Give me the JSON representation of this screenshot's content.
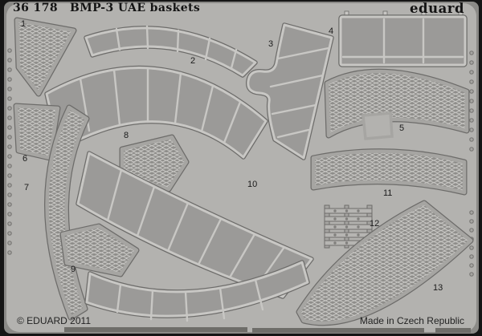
{
  "header": {
    "catalog_number": "36 178",
    "product_title": "BMP-3 UAE baskets",
    "brand": "eduard"
  },
  "footer": {
    "copyright": "© EDUARD 2011",
    "origin": "Made in Czech Republic"
  },
  "colors": {
    "frame-black": "#151515",
    "mat-bg": "#8b8a87",
    "sheet-bg": "#b3b2af",
    "part-fill": "#9b9a98",
    "frame-light": "#c8c7c4",
    "edge-dark": "#6d6c6a",
    "mesh-dark": "#8e8d8a",
    "mesh-light": "#d0cfcc",
    "mesh-border": "#a6a5a2",
    "text-dark": "#141414"
  },
  "parts": [
    {
      "number": "1",
      "type": "mesh panel"
    },
    {
      "number": "2",
      "type": "framed basket band"
    },
    {
      "number": "3",
      "type": "framed side panel"
    },
    {
      "number": "4",
      "type": "rectangular frame"
    },
    {
      "number": "5",
      "type": "mesh basket band"
    },
    {
      "number": "6",
      "type": "mesh panel"
    },
    {
      "number": "7",
      "type": "mesh side band"
    },
    {
      "number": "8",
      "type": "mesh panel"
    },
    {
      "number": "9",
      "type": "mesh panel"
    },
    {
      "number": "10",
      "type": "framed basket band"
    },
    {
      "number": "11",
      "type": "mesh band"
    },
    {
      "number": "12",
      "type": "strip set"
    },
    {
      "number": "13",
      "type": "mesh basket band"
    }
  ]
}
